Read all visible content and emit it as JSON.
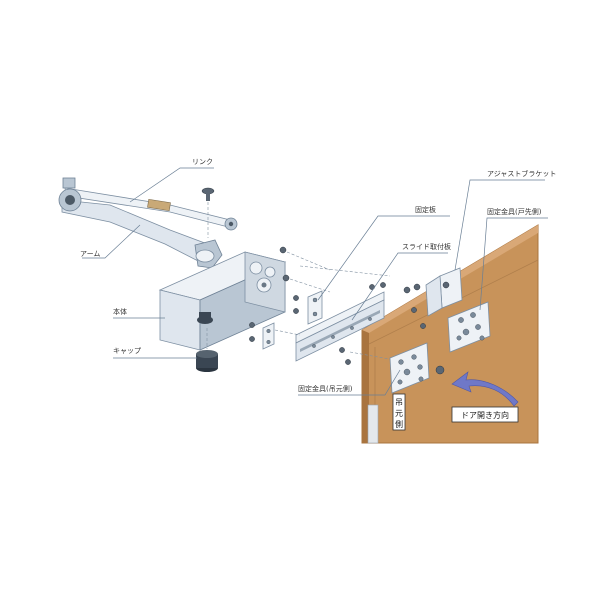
{
  "labels": {
    "link": "リンク",
    "arm": "アーム",
    "body": "本体",
    "cap": "キャップ",
    "fixing_plate": "固定板",
    "slide_mount_plate": "スライド取付板",
    "adjust_bracket": "アジャストブラケット",
    "fixing_hardware_door_end": "固定金具(戸先側)",
    "fixing_hardware_hinge_side": "固定金具(吊元側)",
    "door_open_direction": "ドア開き方向",
    "hinge_side_tag": "吊元側"
  },
  "colors": {
    "door": "#c8935a",
    "door_edge": "#a9743f",
    "metal": "#dfe6ee",
    "arrow": "#6f78c8",
    "leader": "#6a7f95"
  },
  "icons": {
    "door_direction": "curved-arrow-icon"
  }
}
